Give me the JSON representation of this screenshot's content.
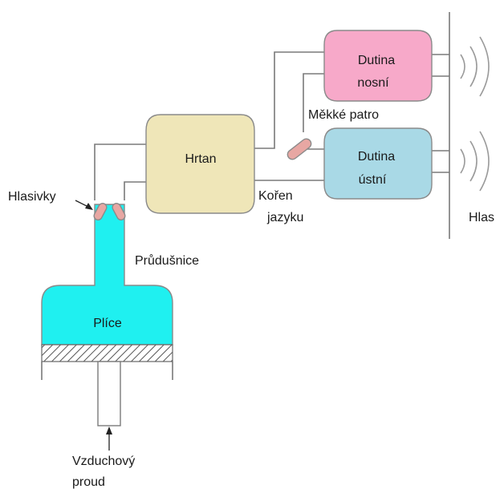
{
  "labels": {
    "larynx": "Hrtan",
    "nasal_cavity_line1": "Dutina",
    "nasal_cavity_line2": "nosní",
    "oral_cavity_line1": "Dutina",
    "oral_cavity_line2": "ústní",
    "soft_palate": "Měkké patro",
    "vocal_cords": "Hlasivky",
    "tongue_root_line1": "Kořen",
    "tongue_root_line2": "jazyku",
    "voice": "Hlas",
    "trachea": "Průdušnice",
    "lungs": "Plíce",
    "airflow_line1": "Vzduchový",
    "airflow_line2": "proud"
  },
  "colors": {
    "larynx": "#efe6b8",
    "nasal_cavity": "#f7a9c9",
    "oral_cavity": "#a9d9e6",
    "lungs": "#1ff0f0",
    "vocal_cords": "#e7a7a3",
    "soft_palate": "#e7a7a3",
    "ducts": "#7a7a7a"
  }
}
